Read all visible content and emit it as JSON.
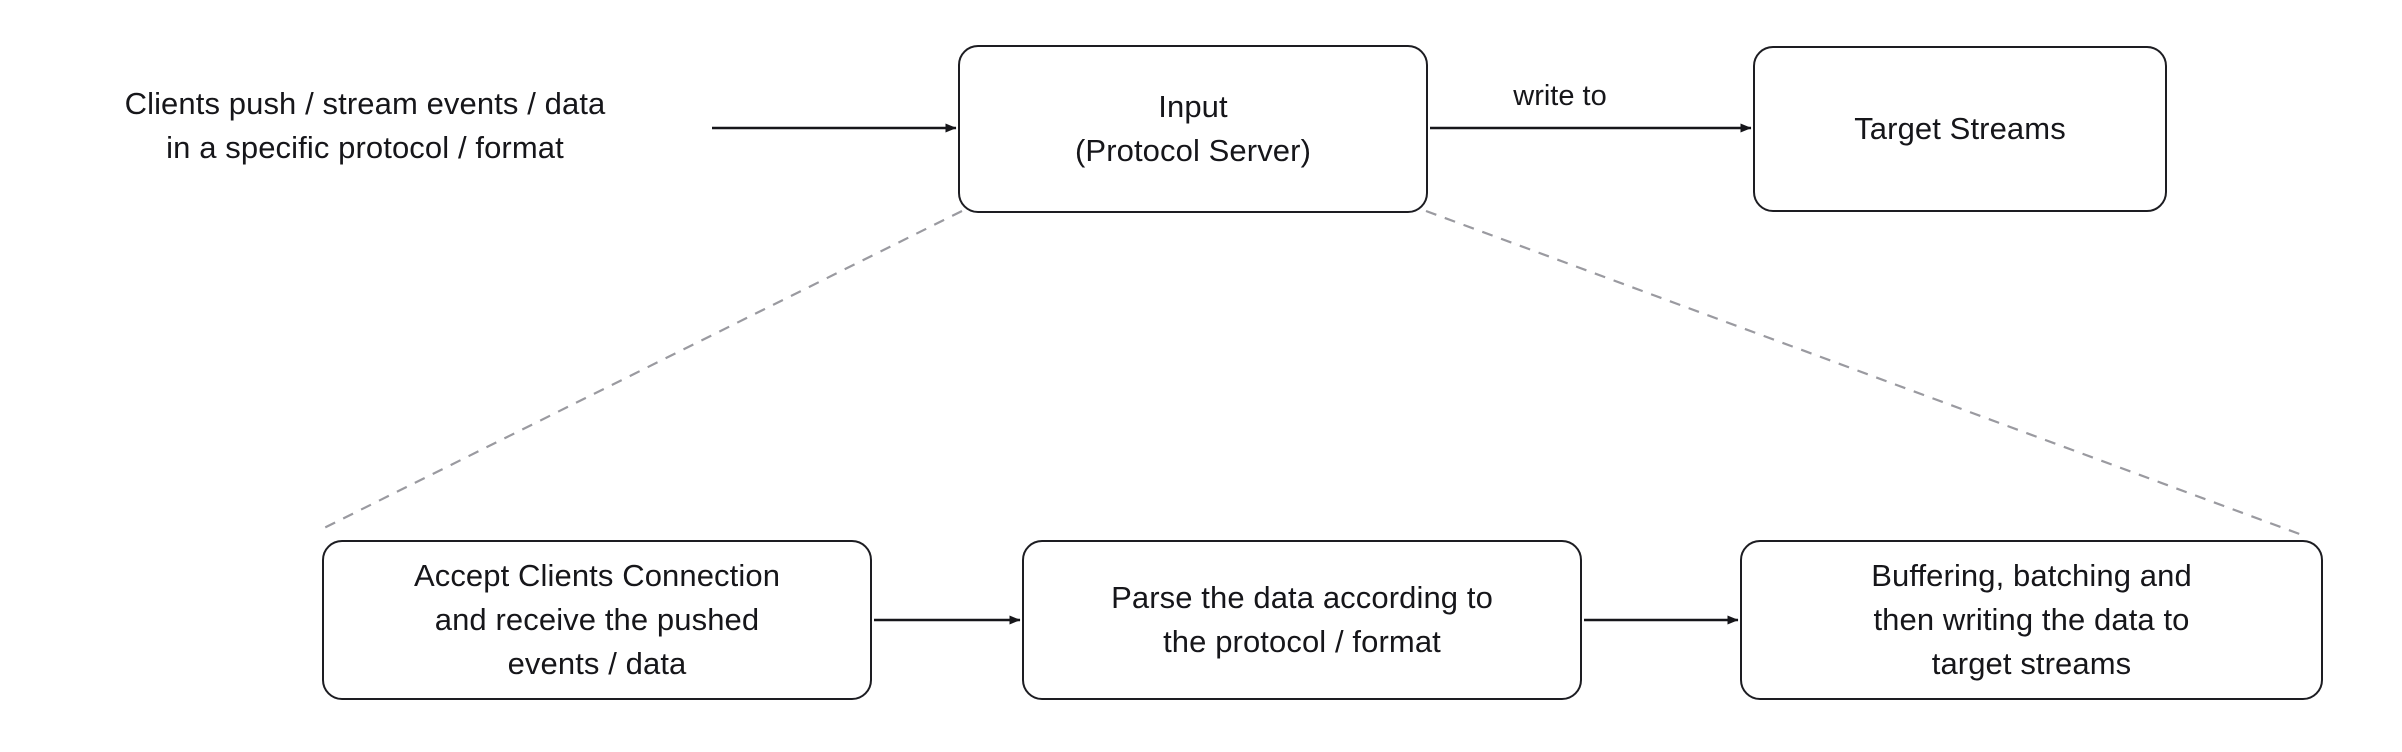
{
  "diagram": {
    "title": "Input (Protocol Server) data flow",
    "background_color": "#ffffff",
    "stroke_color": "#1d1d22",
    "dashed_color": "#9a9aa0",
    "text_color": "#16161a"
  },
  "nodes": {
    "input": {
      "label": "Input\n(Protocol Server)"
    },
    "target_streams": {
      "label": "Target Streams"
    },
    "accept_clients": {
      "label": "Accept Clients Connection\nand receive the pushed\nevents / data"
    },
    "parse_data": {
      "label": "Parse the data according to\nthe protocol / format"
    },
    "buffer_write": {
      "label": "Buffering, batching and\nthen writing the data to\ntarget streams"
    }
  },
  "annotations": {
    "clients_push": "Clients push / stream events / data\nin a specific protocol / format"
  },
  "edge_labels": {
    "write_to": "write to"
  }
}
